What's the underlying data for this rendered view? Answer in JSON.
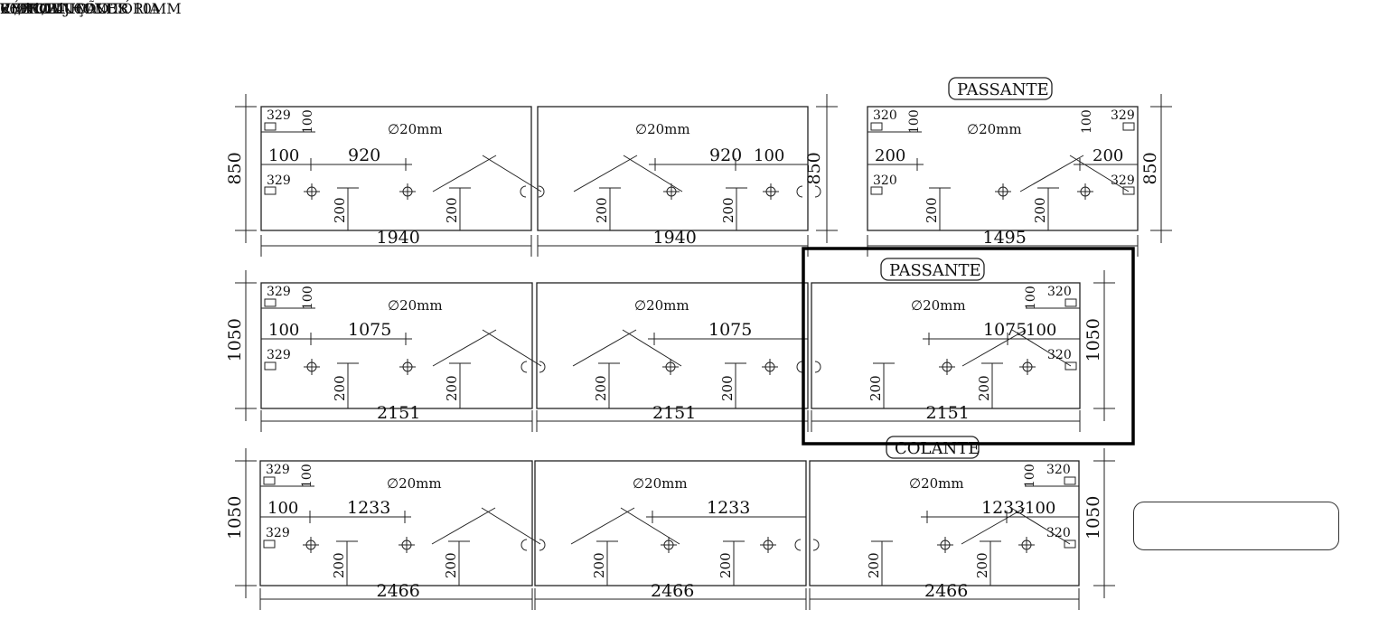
{
  "header": {
    "client": "KÉRCIA JHONES",
    "material": "VIDRO INCOLOR 10MM",
    "date": "06/11/24"
  },
  "footer": {
    "store": "EMPORIUM VITÓRIA",
    "production_label": "P /PRODUÇÃO"
  },
  "hole_label": "∅20mm",
  "rows": [
    {
      "tag": "PASSANTE",
      "height": "850",
      "panels": [
        {
          "width": "1940",
          "length": "920",
          "edge": "100",
          "drill": "200",
          "corner_w": "329",
          "corner_h": "100",
          "lower_w": "329"
        },
        {
          "width": "1940",
          "length": "920",
          "edge": "100",
          "drill": "200"
        },
        {
          "width": "1495",
          "edge": "200",
          "drill": "200",
          "corner_w": "320",
          "corner_h": "100",
          "lower_w": "320",
          "right_corner_w": "329",
          "right_lower_w": "329",
          "right_edge": "200"
        }
      ]
    },
    {
      "tag": "PASSANTE",
      "height": "1050",
      "panels": [
        {
          "width": "2151",
          "length": "1075",
          "edge": "100",
          "drill": "200",
          "corner_w": "329",
          "corner_h": "100",
          "lower_w": "329"
        },
        {
          "width": "2151",
          "length": "1075",
          "drill": "200"
        },
        {
          "width": "2151",
          "length": "1075",
          "edge": "100",
          "drill": "200",
          "corner_w": "320",
          "corner_h": "100",
          "lower_w": "320"
        }
      ]
    },
    {
      "tag": "COLANTE",
      "height": "1050",
      "panels": [
        {
          "width": "2466",
          "length": "1233",
          "edge": "100",
          "drill": "200",
          "corner_w": "329",
          "corner_h": "100",
          "lower_w": "329"
        },
        {
          "width": "2466",
          "length": "1233",
          "drill": "200"
        },
        {
          "width": "2466",
          "length": "1233",
          "edge": "100",
          "drill": "200",
          "corner_w": "320",
          "corner_h": "100",
          "lower_w": "320"
        }
      ]
    }
  ]
}
